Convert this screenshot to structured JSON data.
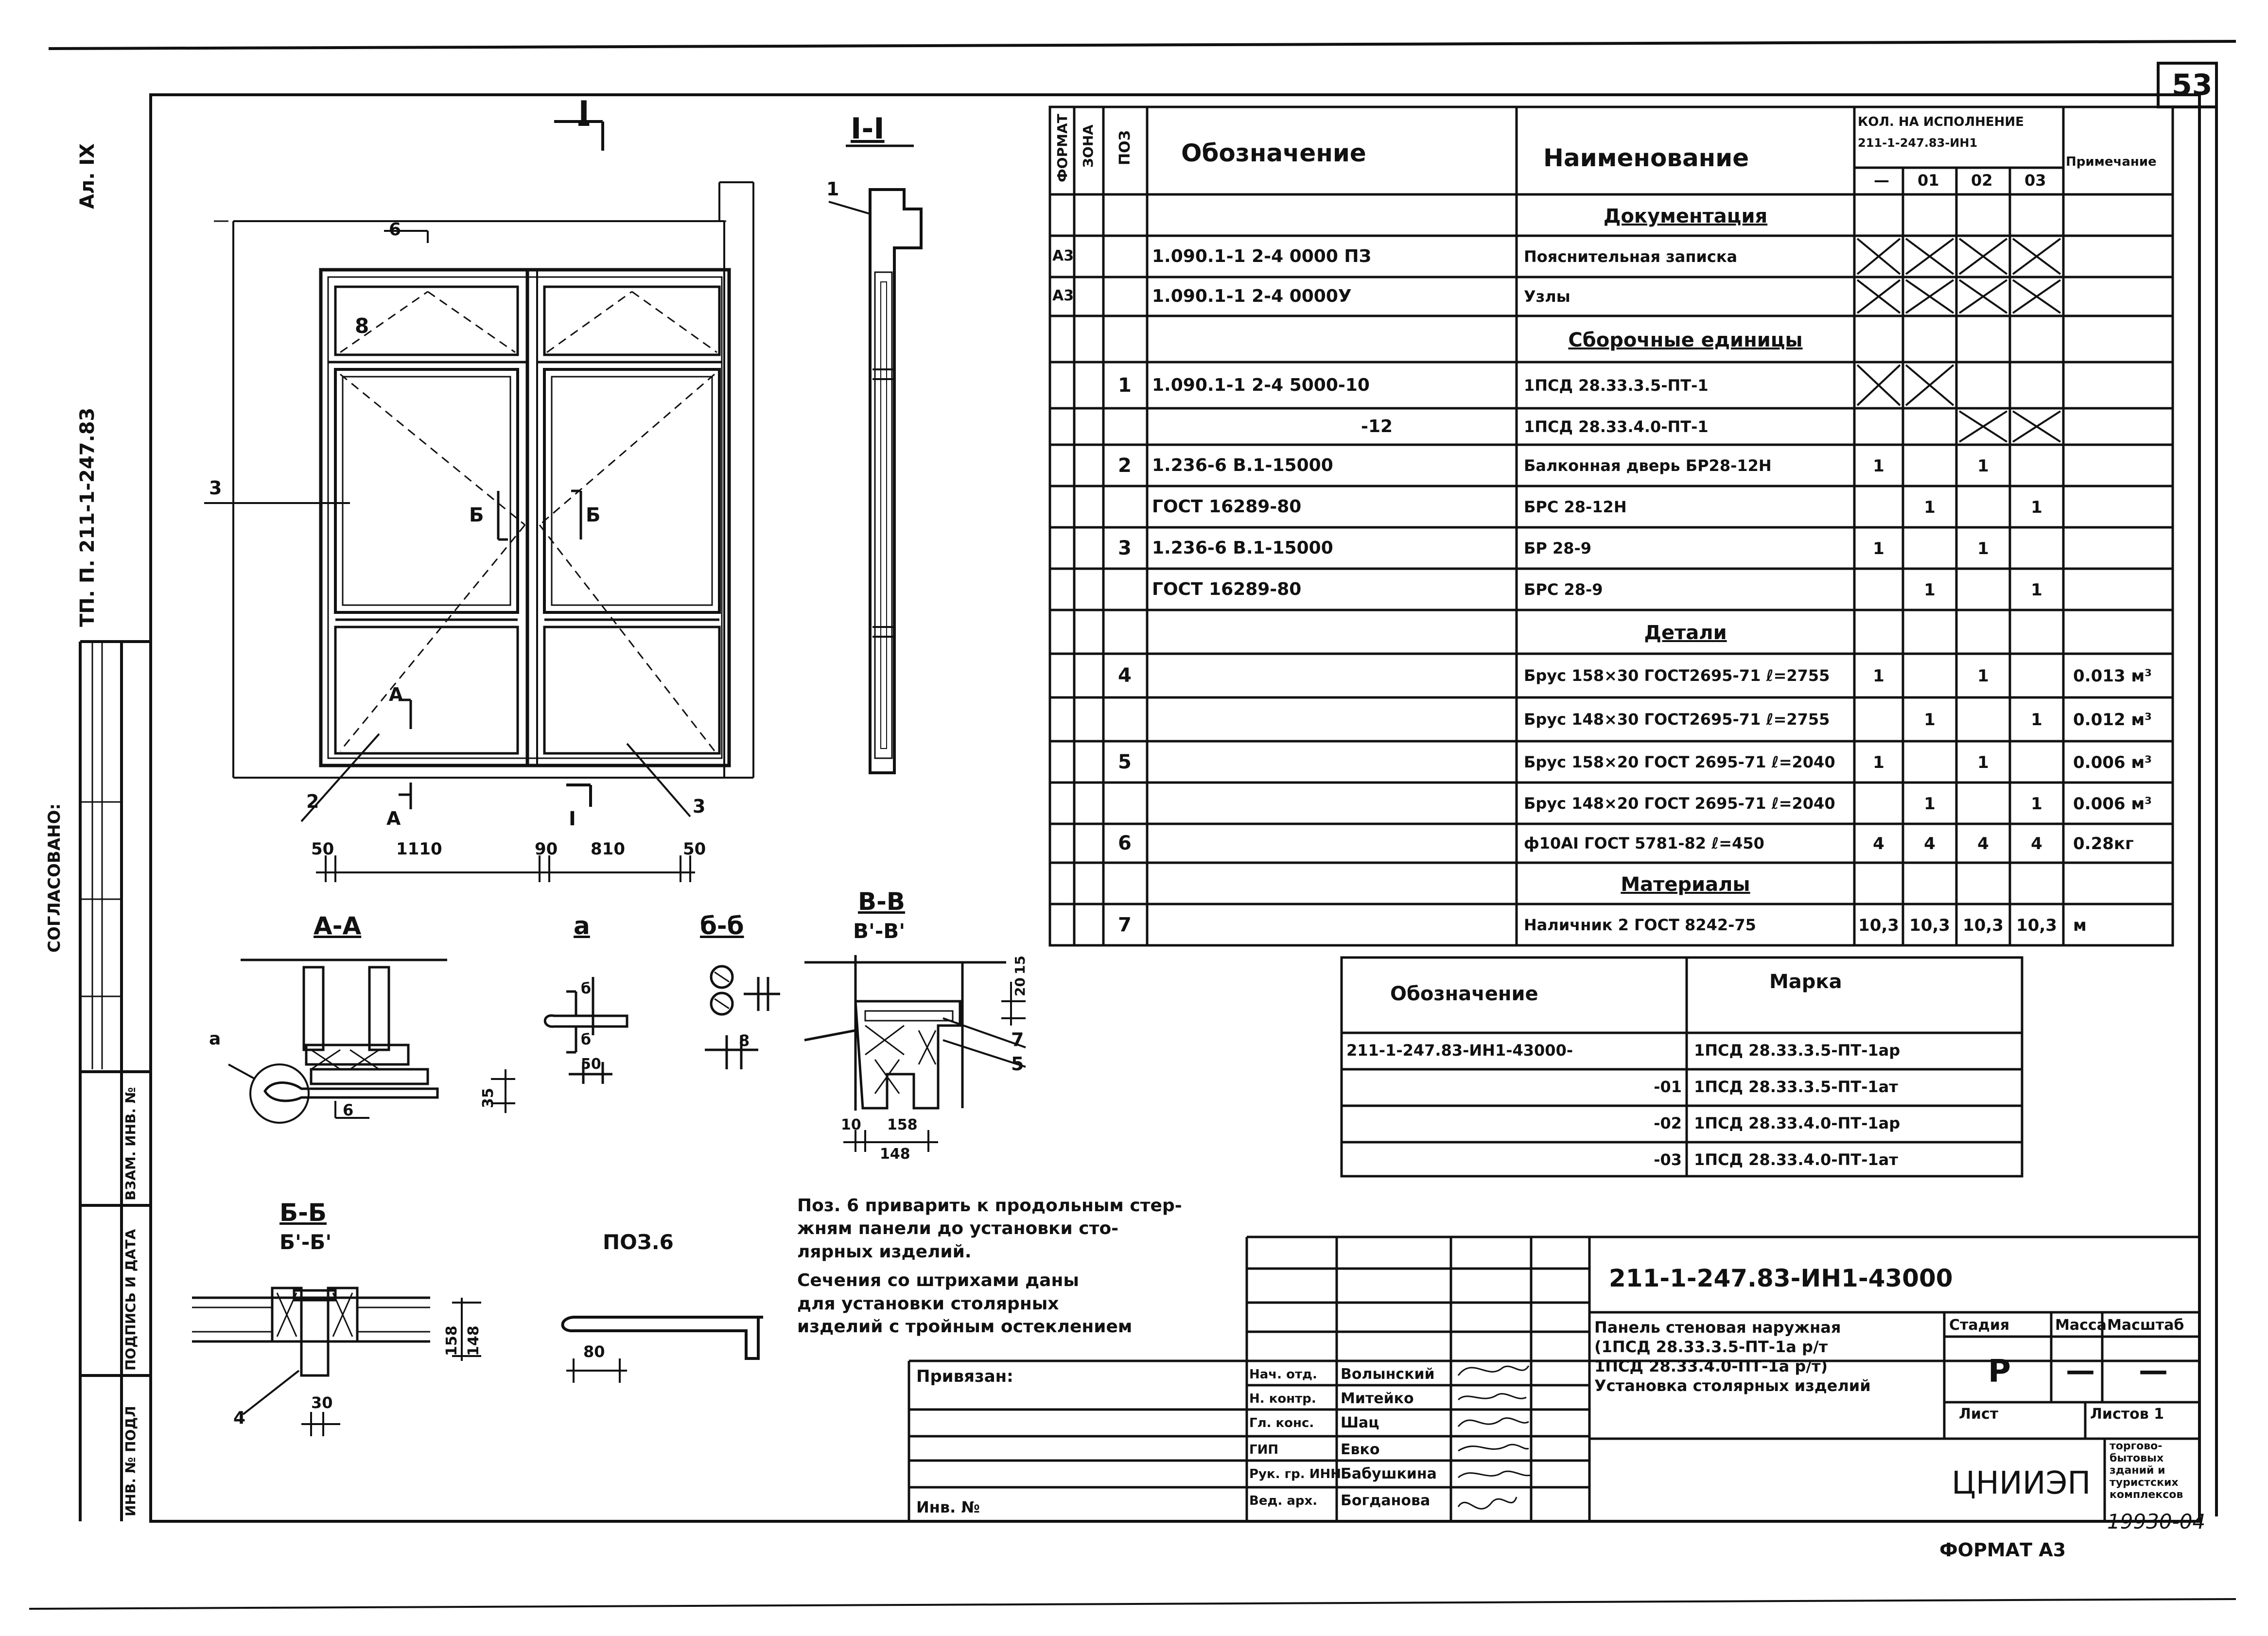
{
  "sheet": {
    "number": "53",
    "format_label": "ФОРМАТ А3",
    "archive_number": "19930-04",
    "side_code": "ТП. П. 211-1-247.83",
    "side_album": "Ал. IX",
    "soglasovano": "СОГЛАСОВАНО:",
    "side_boxes": [
      "ИНВ. № ПОДЛ",
      "ПОДПИСЬ И ДАТА",
      "ВЗАМ. ИНВ. №"
    ]
  },
  "views": {
    "section_I": "I",
    "section_II": "I-I",
    "callouts": [
      "1",
      "2",
      "3",
      "3",
      "5",
      "6",
      "8",
      "Б",
      "Б",
      "А",
      "А",
      "I"
    ],
    "dims_elevation": [
      "50",
      "1110",
      "90",
      "810",
      "50"
    ],
    "detail_titles": {
      "aa": "А-А",
      "a": "а",
      "bb_small": "б-б",
      "vv": "В-В",
      "vv_sub": "В'-В'",
      "bb": "Б-Б",
      "bb_sub": "Б'-Б'",
      "poz6": "ПОЗ.6"
    },
    "dims_details": [
      "35",
      "6",
      "50",
      "б",
      "б",
      "8",
      "20",
      "15",
      "7",
      "5",
      "10",
      "158",
      "148",
      "158",
      "148",
      "4",
      "30",
      "80"
    ],
    "callout_a": "а"
  },
  "spec_table": {
    "headers": {
      "format": "ФОРМАТ",
      "zone": "ЗОНА",
      "pos": "ПОЗ",
      "designation": "Обозначение",
      "name": "Наименование",
      "qty_title": "КОЛ. НА ИСПОЛНЕНИЕ",
      "qty_sub": "211-1-247.83-ИН1",
      "qty_cols": [
        "—",
        "01",
        "02",
        "03"
      ],
      "note": "Примечание"
    },
    "rows": [
      {
        "fmt": "",
        "pos": "",
        "des": "",
        "name": "Документация",
        "heading": true,
        "q": [
          "",
          "",
          "",
          ""
        ],
        "note": "",
        "x": [
          false,
          false,
          false,
          false
        ]
      },
      {
        "fmt": "А3",
        "pos": "",
        "des": "1.090.1-1 2-4 0000 ПЗ",
        "name": "Пояснительная записка",
        "heading": false,
        "q": [
          "",
          "",
          "",
          ""
        ],
        "note": "",
        "x": [
          true,
          true,
          true,
          true
        ]
      },
      {
        "fmt": "А3",
        "pos": "",
        "des": "1.090.1-1 2-4 0000У",
        "name": "Узлы",
        "heading": false,
        "q": [
          "",
          "",
          "",
          ""
        ],
        "note": "",
        "x": [
          true,
          true,
          true,
          true
        ]
      },
      {
        "fmt": "",
        "pos": "",
        "des": "",
        "name": "Сборочные единицы",
        "heading": true,
        "q": [
          "",
          "",
          "",
          ""
        ],
        "note": "",
        "x": [
          false,
          false,
          false,
          false
        ]
      },
      {
        "fmt": "",
        "pos": "1",
        "des": "1.090.1-1 2-4 5000-10",
        "name": "1ПСД 28.33.3.5-ПТ-1",
        "heading": false,
        "q": [
          "",
          "",
          "",
          ""
        ],
        "note": "",
        "x": [
          true,
          true,
          false,
          false
        ]
      },
      {
        "fmt": "",
        "pos": "",
        "des": "-12",
        "name": "1ПСД 28.33.4.0-ПТ-1",
        "heading": false,
        "q": [
          "",
          "",
          "",
          ""
        ],
        "note": "",
        "x": [
          false,
          false,
          true,
          true
        ]
      },
      {
        "fmt": "",
        "pos": "2",
        "des": "1.236-6 В.1-15000",
        "name": "Балконная дверь БР28-12Н",
        "heading": false,
        "q": [
          "1",
          "",
          "1",
          ""
        ],
        "note": "",
        "x": [
          false,
          false,
          false,
          false
        ]
      },
      {
        "fmt": "",
        "pos": "",
        "des": "ГОСТ 16289-80",
        "name": "БРС 28-12Н",
        "heading": false,
        "q": [
          "",
          "1",
          "",
          "1"
        ],
        "note": "",
        "x": [
          false,
          false,
          false,
          false
        ]
      },
      {
        "fmt": "",
        "pos": "3",
        "des": "1.236-6 В.1-15000",
        "name": "БР 28-9",
        "heading": false,
        "q": [
          "1",
          "",
          "1",
          ""
        ],
        "note": "",
        "x": [
          false,
          false,
          false,
          false
        ]
      },
      {
        "fmt": "",
        "pos": "",
        "des": "ГОСТ 16289-80",
        "name": "БРС 28-9",
        "heading": false,
        "q": [
          "",
          "1",
          "",
          "1"
        ],
        "note": "",
        "x": [
          false,
          false,
          false,
          false
        ]
      },
      {
        "fmt": "",
        "pos": "",
        "des": "",
        "name": "Детали",
        "heading": true,
        "q": [
          "",
          "",
          "",
          ""
        ],
        "note": "",
        "x": [
          false,
          false,
          false,
          false
        ]
      },
      {
        "fmt": "",
        "pos": "4",
        "des": "",
        "name": "Брус 158×30 ГОСТ2695-71 ℓ=2755",
        "heading": false,
        "q": [
          "1",
          "",
          "1",
          ""
        ],
        "note": "0.013 м³",
        "x": [
          false,
          false,
          false,
          false
        ]
      },
      {
        "fmt": "",
        "pos": "",
        "des": "",
        "name": "Брус 148×30 ГОСТ2695-71 ℓ=2755",
        "heading": false,
        "q": [
          "",
          "1",
          "",
          "1"
        ],
        "note": "0.012 м³",
        "x": [
          false,
          false,
          false,
          false
        ]
      },
      {
        "fmt": "",
        "pos": "5",
        "des": "",
        "name": "Брус 158×20 ГОСТ 2695-71 ℓ=2040",
        "heading": false,
        "q": [
          "1",
          "",
          "1",
          ""
        ],
        "note": "0.006 м³",
        "x": [
          false,
          false,
          false,
          false
        ]
      },
      {
        "fmt": "",
        "pos": "",
        "des": "",
        "name": "Брус 148×20 ГОСТ 2695-71 ℓ=2040",
        "heading": false,
        "q": [
          "",
          "1",
          "",
          "1"
        ],
        "note": "0.006 м³",
        "x": [
          false,
          false,
          false,
          false
        ]
      },
      {
        "fmt": "",
        "pos": "6",
        "des": "",
        "name": "ф10АI ГОСТ 5781-82 ℓ=450",
        "heading": false,
        "q": [
          "4",
          "4",
          "4",
          "4"
        ],
        "note": "0.28кг",
        "x": [
          false,
          false,
          false,
          false
        ]
      },
      {
        "fmt": "",
        "pos": "",
        "des": "",
        "name": "Материалы",
        "heading": true,
        "q": [
          "",
          "",
          "",
          ""
        ],
        "note": "",
        "x": [
          false,
          false,
          false,
          false
        ]
      },
      {
        "fmt": "",
        "pos": "7",
        "des": "",
        "name": "Наличник 2 ГОСТ 8242-75",
        "heading": false,
        "q": [
          "10,3",
          "10,3",
          "10,3",
          "10,3"
        ],
        "note": "м",
        "x": [
          false,
          false,
          false,
          false
        ]
      }
    ]
  },
  "marks_table": {
    "headers": [
      "Обозначение",
      "Марка"
    ],
    "rows": [
      {
        "des": "211-1-247.83-ИН1-43000-",
        "mark": "1ПСД 28.33.3.5-ПТ-1ар"
      },
      {
        "des": "-01",
        "mark": "1ПСД 28.33.3.5-ПТ-1ат"
      },
      {
        "des": "-02",
        "mark": "1ПСД 28.33.4.0-ПТ-1ар"
      },
      {
        "des": "-03",
        "mark": "1ПСД 28.33.4.0-ПТ-1ат"
      }
    ]
  },
  "notes": [
    "Поз. 6 приварить к продольным стер-",
    "жням панели до установки сто-",
    "лярных изделий.",
    "Сечения со штрихами даны",
    "для установки столярных",
    "изделий с тройным остеклением"
  ],
  "title_block": {
    "code": "211-1-247.83-ИН1-43000",
    "title_lines": [
      "Панель стеновая наружная",
      "(1ПСД 28.33.3.5-ПТ-1а р/т",
      "1ПСД 28.33.4.0-ПТ-1а р/т)",
      "Установка столярных изделий"
    ],
    "stage_label": "Стадия",
    "mass_label": "Масса",
    "scale_label": "Масштаб",
    "stage_value": "Р",
    "mass_value": "—",
    "scale_value": "—",
    "sheet_label": "Лист",
    "sheets_label": "Листов 1",
    "org": "ЦНИИЭП",
    "org_sub": [
      "торгово-",
      "бытовых",
      "зданий и",
      "туристских",
      "комплексов"
    ],
    "privyazan": "Привязан:",
    "inv_no": "Инв. №",
    "signers": [
      {
        "role": "Нач. отд.",
        "name": "Волынский"
      },
      {
        "role": "Н. контр.",
        "name": "Митейко"
      },
      {
        "role": "Гл. конс.",
        "name": "Шац"
      },
      {
        "role": "ГИП",
        "name": "Евко"
      },
      {
        "role": "Рук. гр. ИНН",
        "name": "Бабушкина"
      },
      {
        "role": "Вед. арх.",
        "name": "Богданова"
      }
    ]
  }
}
